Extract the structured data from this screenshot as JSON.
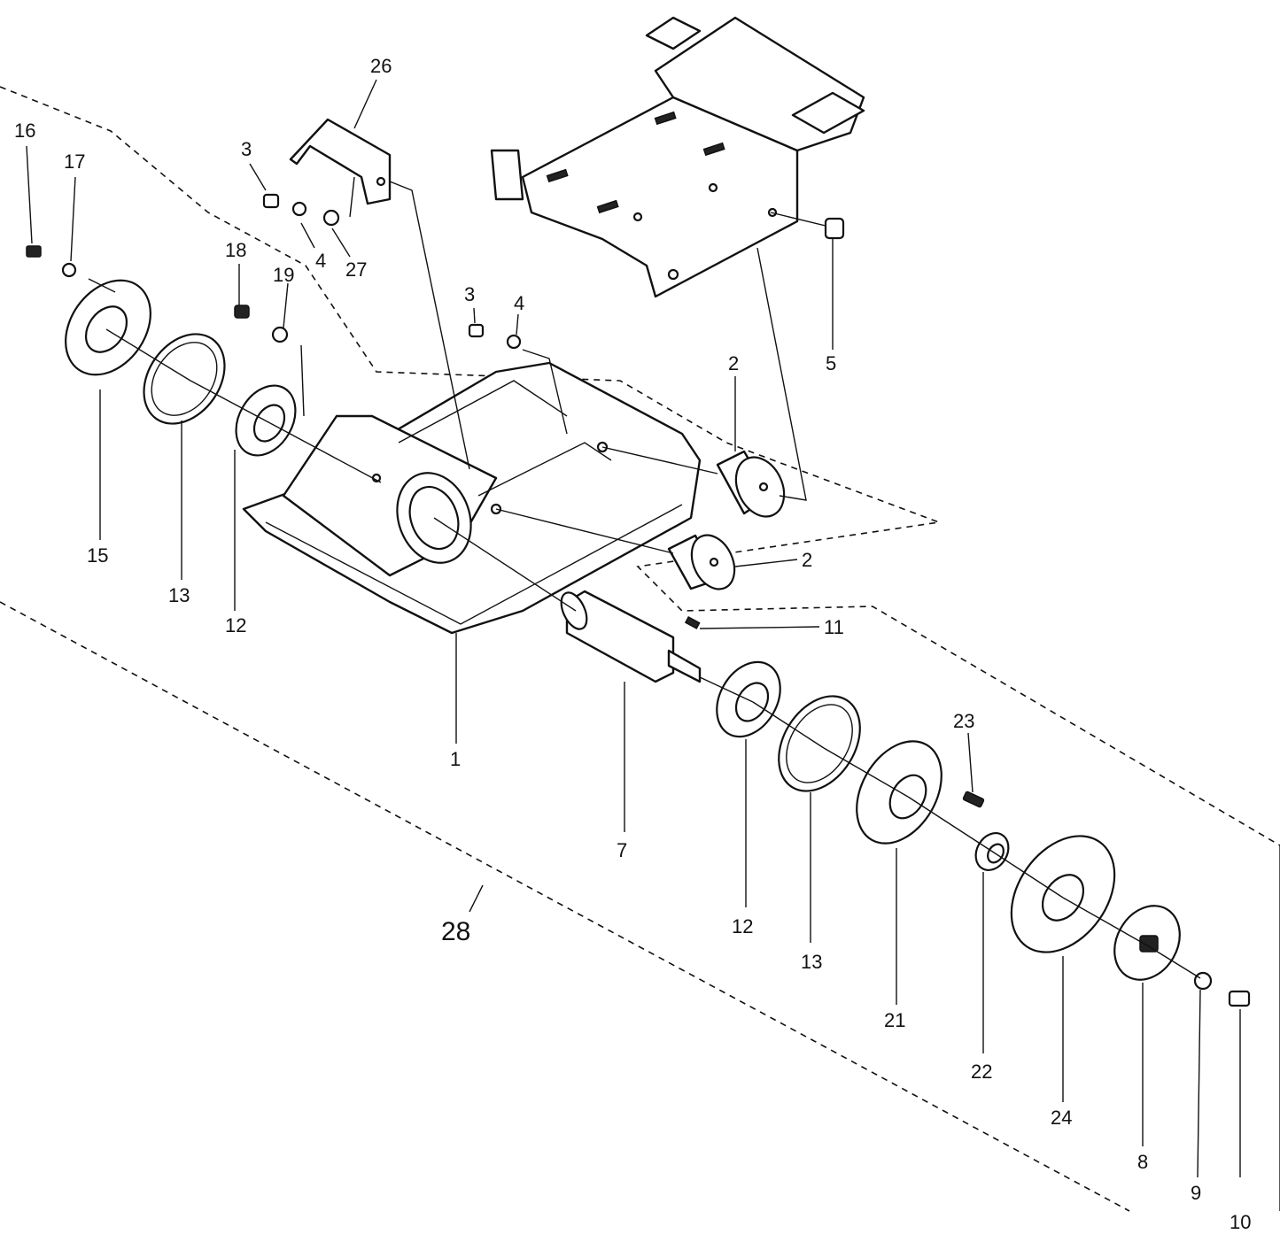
{
  "labels": {
    "p1": "1",
    "p2a": "2",
    "p2b": "2",
    "p3a": "3",
    "p3b": "3",
    "p4a": "4",
    "p4b": "4",
    "p5": "5",
    "p7": "7",
    "p8": "8",
    "p9": "9",
    "p10": "10",
    "p11": "11",
    "p12a": "12",
    "p12b": "12",
    "p13a": "13",
    "p13b": "13",
    "p15": "15",
    "p16": "16",
    "p17": "17",
    "p18": "18",
    "p19": "19",
    "p21": "21",
    "p22": "22",
    "p23": "23",
    "p24": "24",
    "p26": "26",
    "p27": "27",
    "p28": "28"
  }
}
